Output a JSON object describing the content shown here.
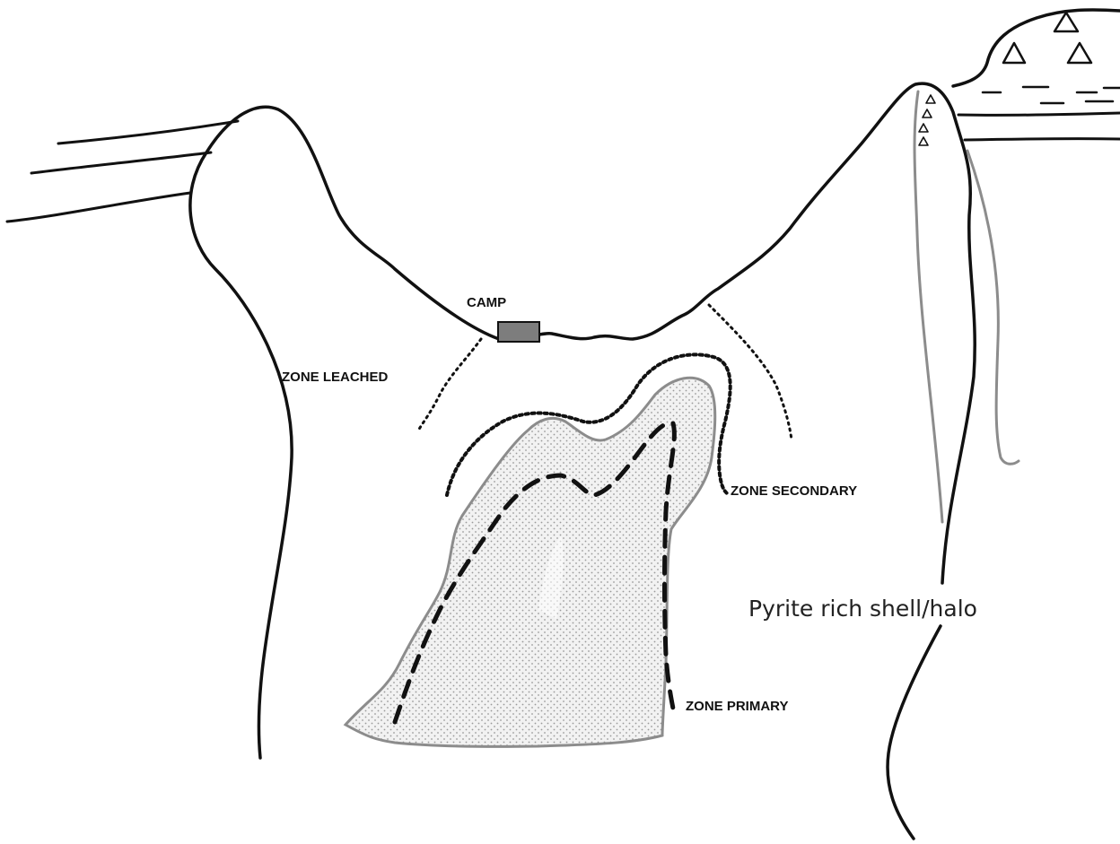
{
  "labels": {
    "camp": "CAMP",
    "zone_leached": "ZONE LEACHED",
    "zone_secondary": "ZONE SECONDARY",
    "zone_primary": "ZONE PRIMARY",
    "pyrite": "Pyrite rich shell/halo"
  },
  "colors": {
    "ink": "#111111",
    "grey_line": "#8c8c8c",
    "stipple": "#9a9a9a",
    "camp_fill": "#7d7d7d"
  }
}
